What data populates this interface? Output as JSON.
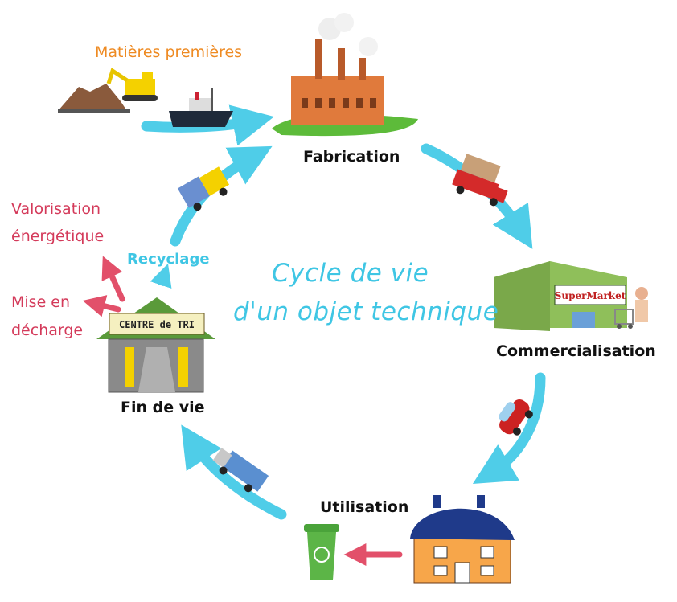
{
  "title": {
    "line1": "Cycle de vie",
    "line2": "d'un objet technique"
  },
  "stages": {
    "raw_materials": "Matières premières",
    "fabrication": "Fabrication",
    "commercialisation": "Commercialisation",
    "utilisation": "Utilisation",
    "end_of_life": "Fin de vie"
  },
  "end_of_life_outputs": {
    "recycling": "Recyclage",
    "energy_recovery_1": "Valorisation",
    "energy_recovery_2": "énergétique",
    "landfill_1": "Mise en",
    "landfill_2": "décharge"
  },
  "signs": {
    "sorting_center": "CENTRE de TRI",
    "supermarket": "SuperMarket"
  },
  "colors": {
    "cycle_arrow": "#4fcde8",
    "title": "#3fc6e4",
    "raw_materials_label": "#ee8a22",
    "end_of_life_options": "#d43a5a",
    "factory": "#e07a3c",
    "supermarket": "#8fbf5a",
    "house": "#f7a64a",
    "roof": "#1f3a8a",
    "truck": "#d42a2a",
    "bin": "#5cb547"
  }
}
